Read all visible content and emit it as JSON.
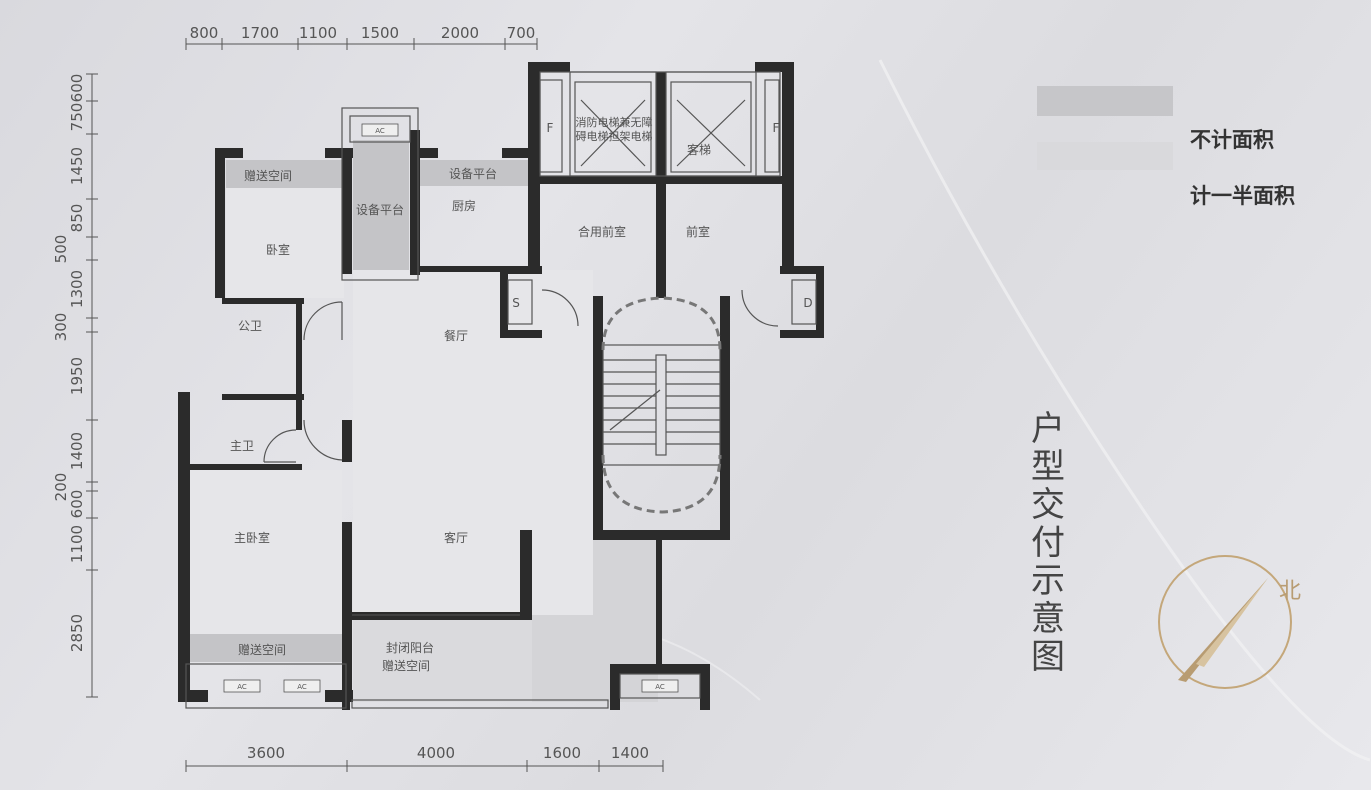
{
  "title": "户型交付示意图",
  "legend": [
    {
      "label": "不计面积",
      "color": "#c6c6c9"
    },
    {
      "label": "计一半面积",
      "color": "#d9d9dc"
    }
  ],
  "compass": {
    "label": "北",
    "color": "#b89c72"
  },
  "dimensions": {
    "top": [
      "800",
      "1700",
      "1100",
      "1500",
      "2000",
      "700"
    ],
    "bottom": [
      "3600",
      "4000",
      "1600",
      "1400"
    ],
    "left": [
      "600",
      "750",
      "1450",
      "850",
      "500",
      "1300",
      "300",
      "1950",
      "1400",
      "200",
      "600",
      "1100",
      "2850"
    ]
  },
  "rooms": {
    "bedroom_gift_space": "赠送空间",
    "bedroom": "卧室",
    "equipment_platform_left": "设备平台",
    "equipment_platform_top": "设备平台",
    "kitchen": "厨房",
    "fire_elevator": "消防电梯兼无障碍电梯担架电梯",
    "passenger_elevator": "客梯",
    "shared_lobby": "合用前室",
    "lobby": "前室",
    "public_bath": "公卫",
    "dining": "餐厅",
    "master_bath": "主卫",
    "master_bedroom": "主卧室",
    "living": "客厅",
    "bottom_gift_space": "赠送空间",
    "enclosed_balcony": "封闭阳台",
    "balcony_gift_space": "赠送空间",
    "ac": "AC",
    "shaft_f": "F",
    "shaft_s": "S",
    "shaft_d": "D"
  }
}
